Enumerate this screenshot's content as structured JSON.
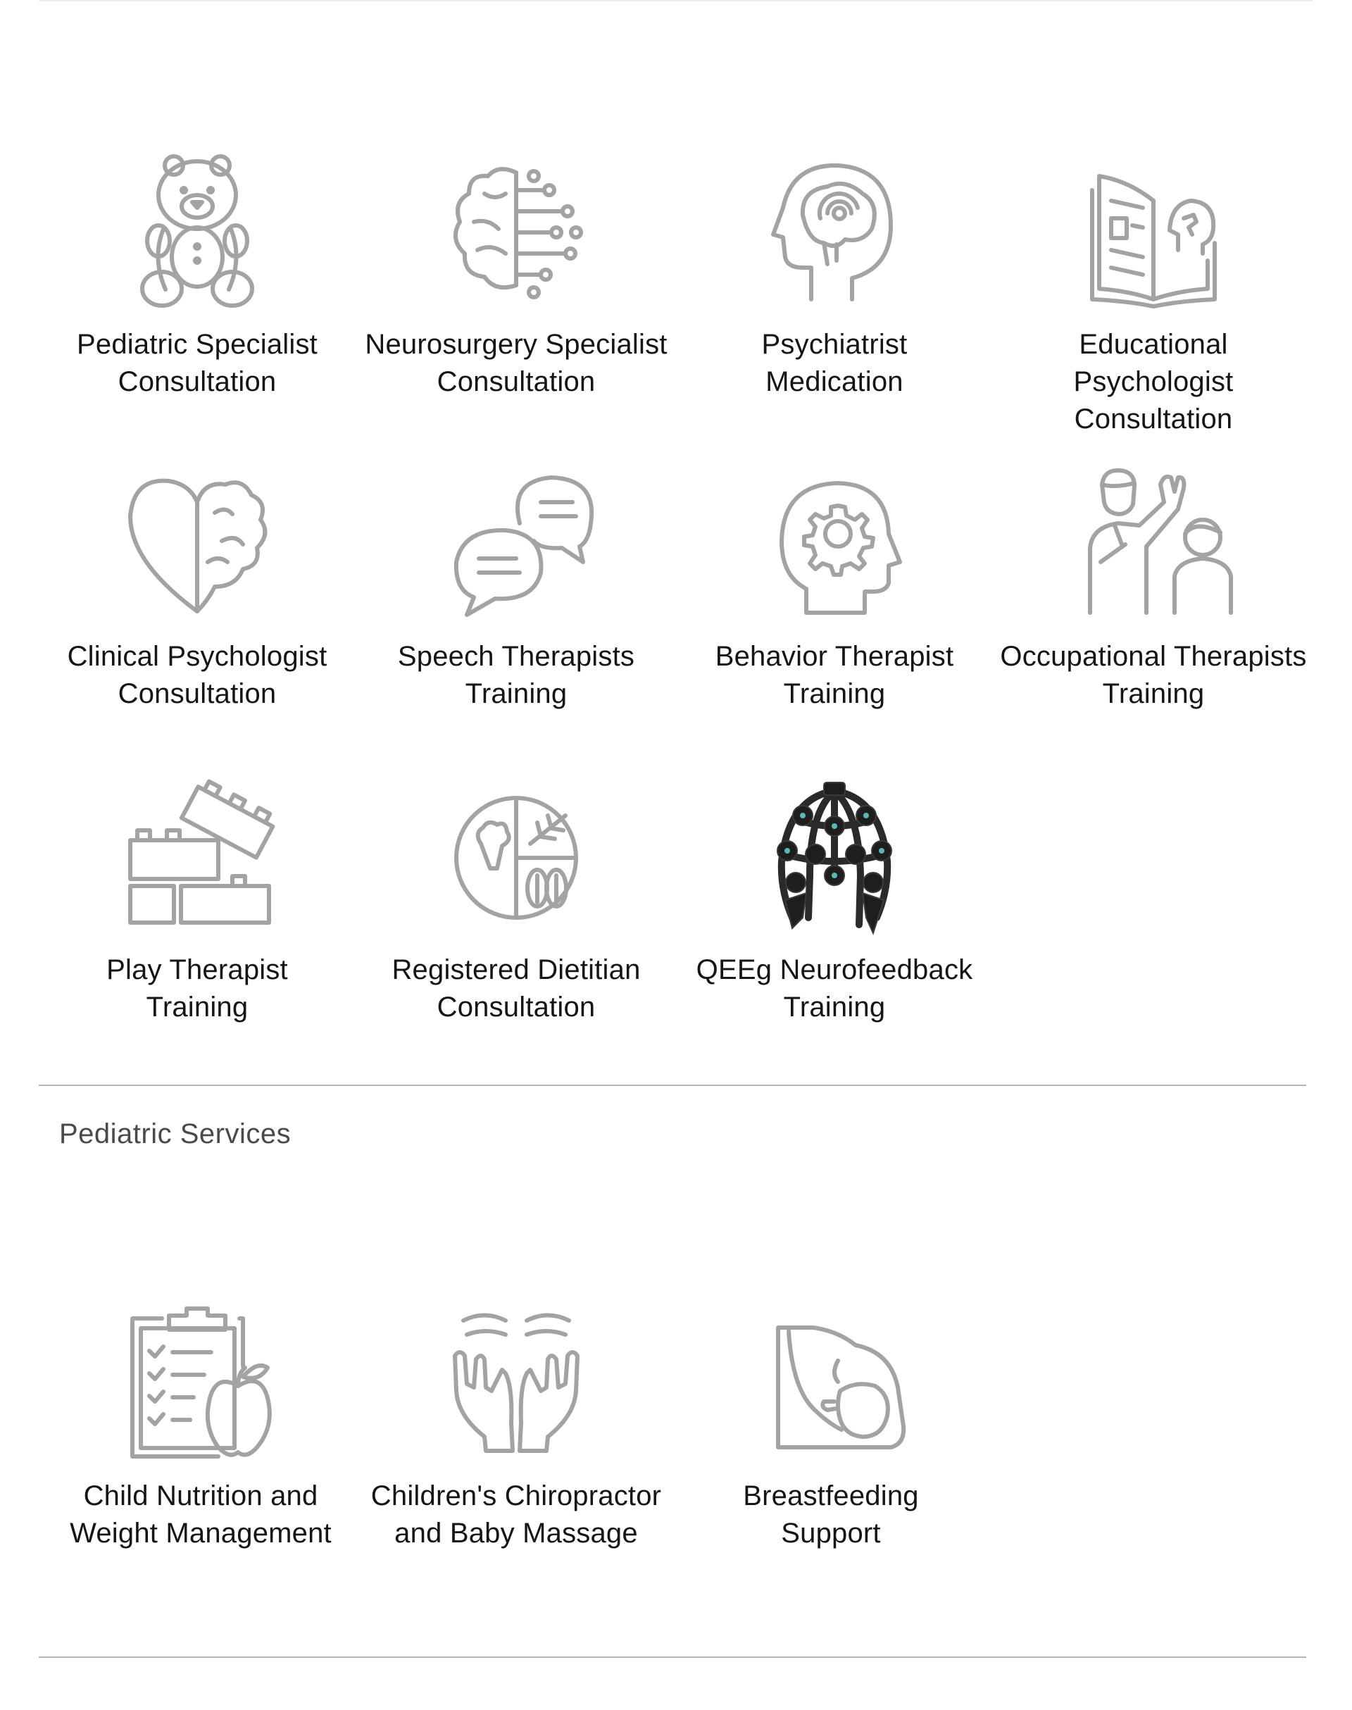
{
  "therapy_services": [
    {
      "label_line1": "Pediatric Specialist",
      "label_line2": "Consultation",
      "icon": "teddy-bear-icon"
    },
    {
      "label_line1": "Neurosurgery Specialist",
      "label_line2": "Consultation",
      "icon": "circuit-brain-icon"
    },
    {
      "label_line1": "Psychiatrist",
      "label_line2": "Medication",
      "icon": "head-brain-icon"
    },
    {
      "label_line1": "Educational",
      "label_line2": "Psychologist Consultation",
      "icon": "open-book-head-icon"
    },
    {
      "label_line1": "Clinical Psychologist",
      "label_line2": "Consultation",
      "icon": "heart-brain-icon"
    },
    {
      "label_line1": "Speech Therapists",
      "label_line2": "Training",
      "icon": "speech-bubbles-icon"
    },
    {
      "label_line1": "Behavior Therapist",
      "label_line2": "Training",
      "icon": "head-gear-icon"
    },
    {
      "label_line1": "Occupational Therapists",
      "label_line2": "Training",
      "icon": "therapist-child-icon"
    },
    {
      "label_line1": "Play Therapist",
      "label_line2": "Training",
      "icon": "building-blocks-icon"
    },
    {
      "label_line1": "Registered Dietitian",
      "label_line2": "Consultation",
      "icon": "food-plate-icon"
    },
    {
      "label_line1": "QEEg Neurofeedback",
      "label_line2": "Training",
      "icon": "eeg-headset-icon"
    }
  ],
  "pediatric_section": {
    "title": "Pediatric Services",
    "items": [
      {
        "label_line1": "Child Nutrition and",
        "label_line2": "Weight Management",
        "icon": "clipboard-apple-icon"
      },
      {
        "label_line1": "Children's Chiropractor",
        "label_line2": "and Baby Massage",
        "icon": "massage-hands-icon"
      },
      {
        "label_line1": "Breastfeeding",
        "label_line2": "Support",
        "icon": "breastfeeding-icon"
      }
    ]
  }
}
